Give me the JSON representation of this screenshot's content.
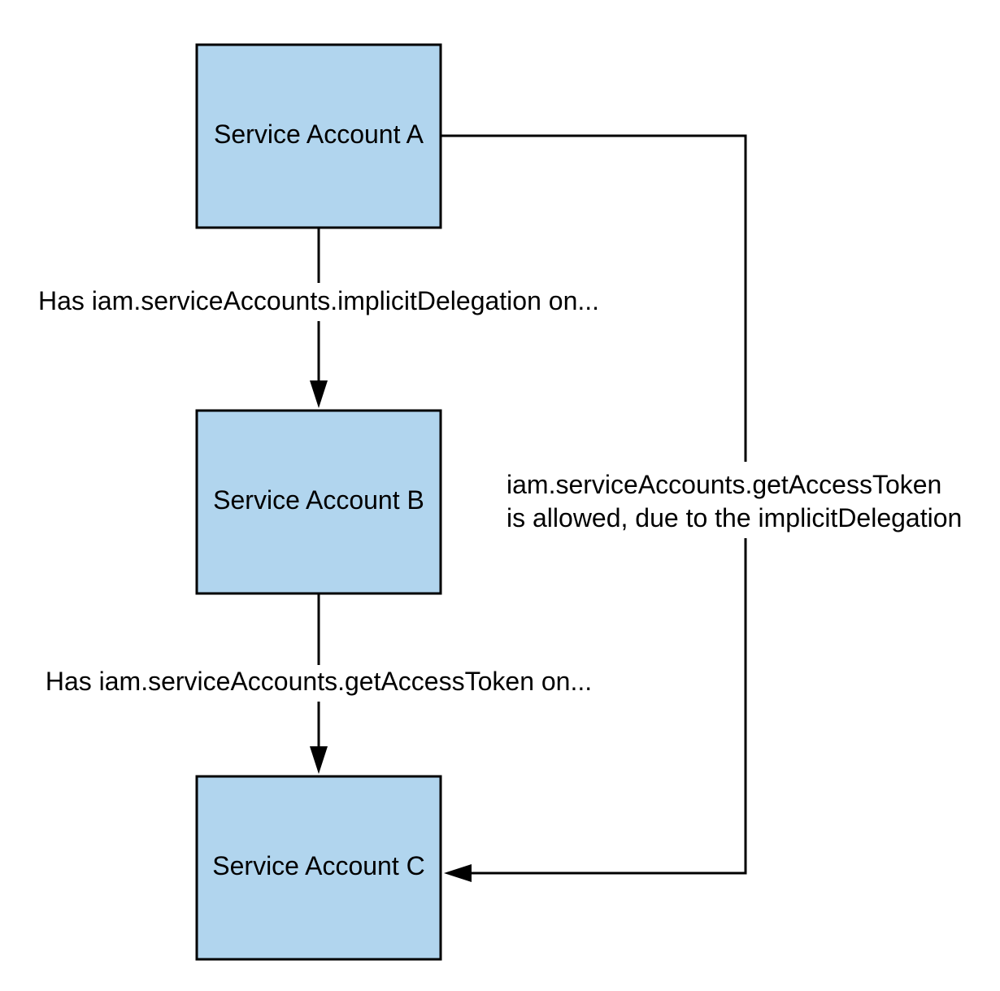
{
  "diagram": {
    "colors": {
      "box_fill": "#b1d5ee",
      "stroke": "#000000",
      "background": "#ffffff"
    },
    "nodes": {
      "a": {
        "label": "Service Account A"
      },
      "b": {
        "label": "Service Account B"
      },
      "c": {
        "label": "Service Account C"
      }
    },
    "edges": {
      "a_to_b": {
        "label": "Has iam.serviceAccounts.implicitDelegation on..."
      },
      "b_to_c": {
        "label": "Has iam.serviceAccounts.getAccessToken on..."
      },
      "a_to_c": {
        "label_line1": "iam.serviceAccounts.getAccessToken",
        "label_line2": "is allowed, due to the implicitDelegation"
      }
    }
  }
}
